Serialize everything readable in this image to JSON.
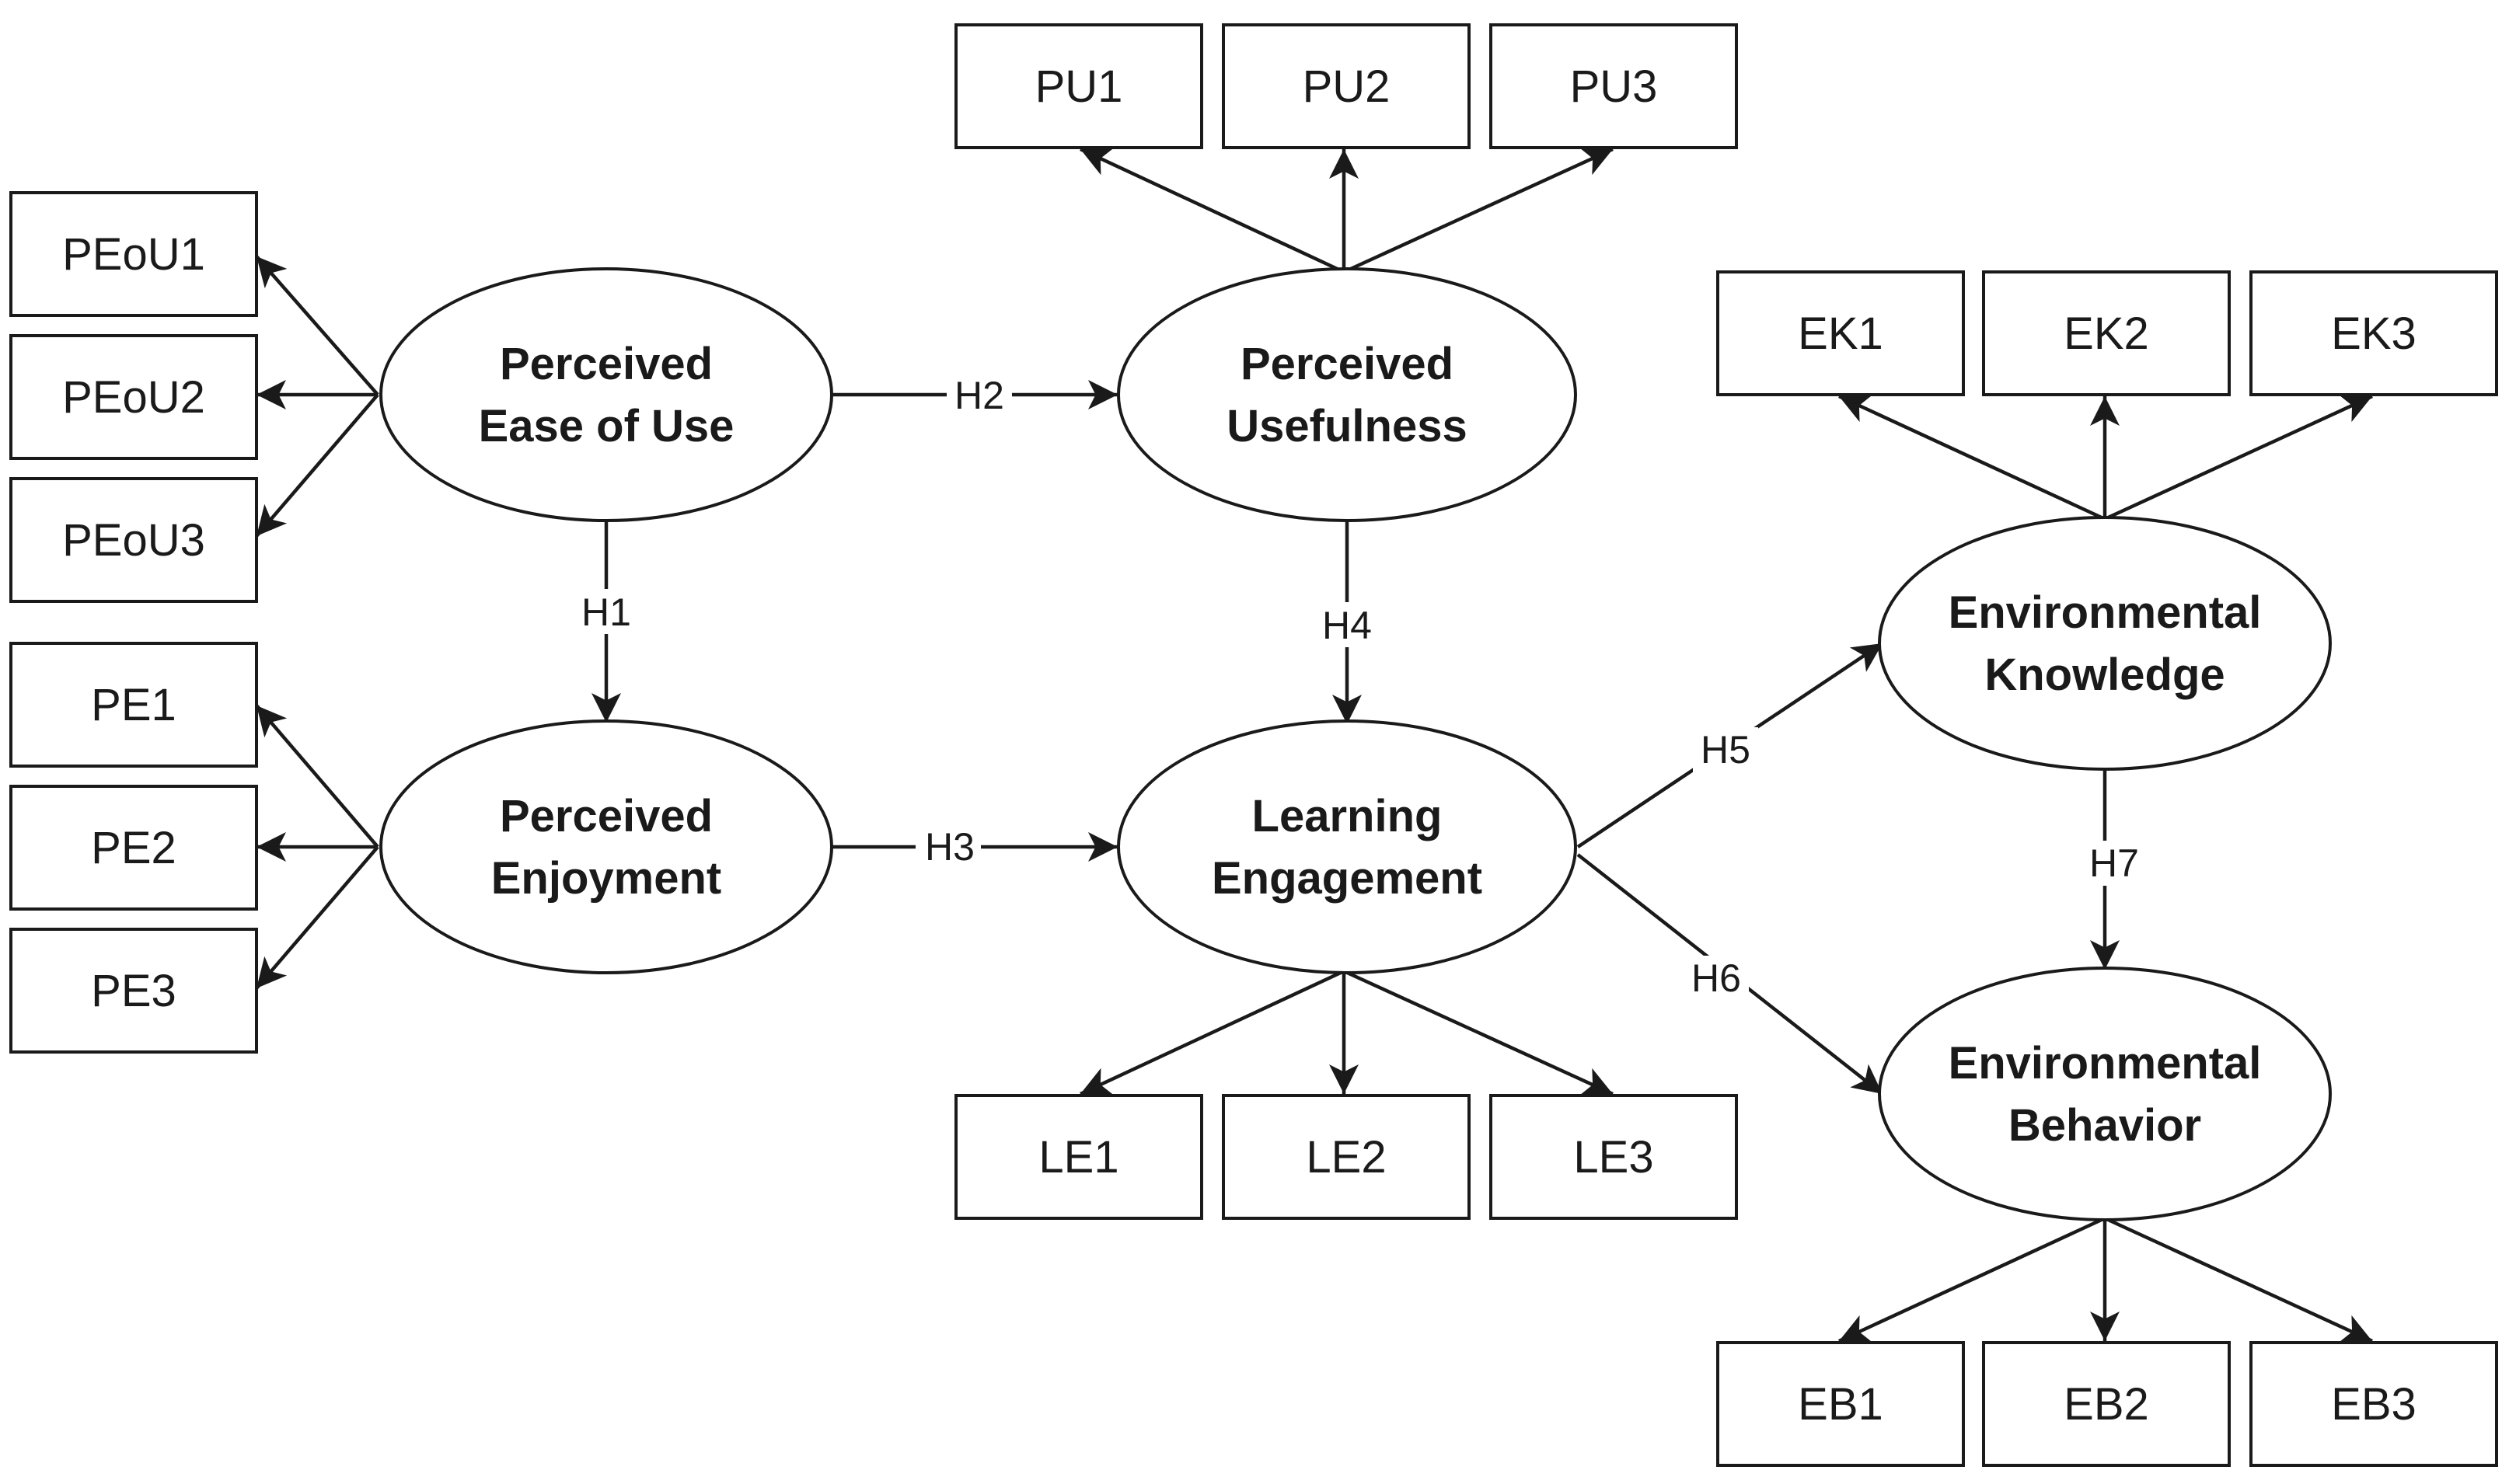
{
  "constructs": {
    "peou": [
      "Perceived",
      "Ease of Use"
    ],
    "pu": [
      "Perceived",
      "Usefulness"
    ],
    "pe": [
      "Perceived",
      "Enjoyment"
    ],
    "le": [
      "Learning",
      "Engagement"
    ],
    "ek": [
      "Environmental",
      "Knowledge"
    ],
    "eb": [
      "Environmental",
      "Behavior"
    ]
  },
  "indicators": {
    "peou": [
      "PEoU1",
      "PEoU2",
      "PEoU3"
    ],
    "pe": [
      "PE1",
      "PE2",
      "PE3"
    ],
    "pu": [
      "PU1",
      "PU2",
      "PU3"
    ],
    "le": [
      "LE1",
      "LE2",
      "LE3"
    ],
    "ek": [
      "EK1",
      "EK2",
      "EK3"
    ],
    "eb": [
      "EB1",
      "EB2",
      "EB3"
    ]
  },
  "hypotheses": {
    "h1": "H1",
    "h2": "H2",
    "h3": "H3",
    "h4": "H4",
    "h5": "H5",
    "h6": "H6",
    "h7": "H7"
  }
}
